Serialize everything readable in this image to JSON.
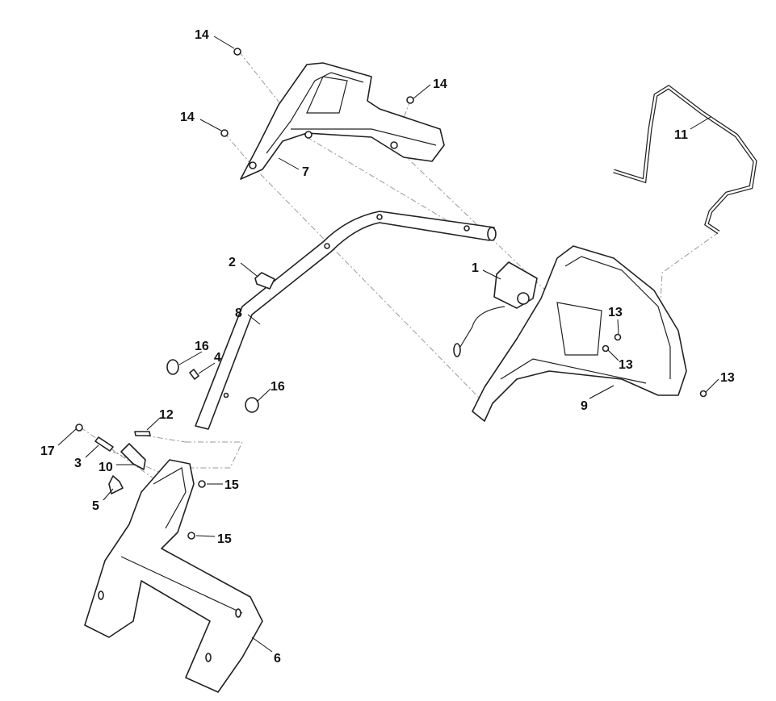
{
  "diagram": {
    "title": "Handlebar assembly exploded view",
    "callouts": [
      {
        "id": "c14a",
        "label": "14"
      },
      {
        "id": "c14b",
        "label": "14"
      },
      {
        "id": "c14c",
        "label": "14"
      },
      {
        "id": "c7",
        "label": "7"
      },
      {
        "id": "c11",
        "label": "11"
      },
      {
        "id": "c2",
        "label": "2"
      },
      {
        "id": "c1",
        "label": "1"
      },
      {
        "id": "c8",
        "label": "8"
      },
      {
        "id": "c13a",
        "label": "13"
      },
      {
        "id": "c13b",
        "label": "13"
      },
      {
        "id": "c13c",
        "label": "13"
      },
      {
        "id": "c16a",
        "label": "16"
      },
      {
        "id": "c4",
        "label": "4"
      },
      {
        "id": "c16b",
        "label": "16"
      },
      {
        "id": "c9",
        "label": "9"
      },
      {
        "id": "c12",
        "label": "12"
      },
      {
        "id": "c17",
        "label": "17"
      },
      {
        "id": "c3",
        "label": "3"
      },
      {
        "id": "c10",
        "label": "10"
      },
      {
        "id": "c5",
        "label": "5"
      },
      {
        "id": "c15a",
        "label": "15"
      },
      {
        "id": "c15b",
        "label": "15"
      },
      {
        "id": "c6",
        "label": "6"
      }
    ]
  }
}
